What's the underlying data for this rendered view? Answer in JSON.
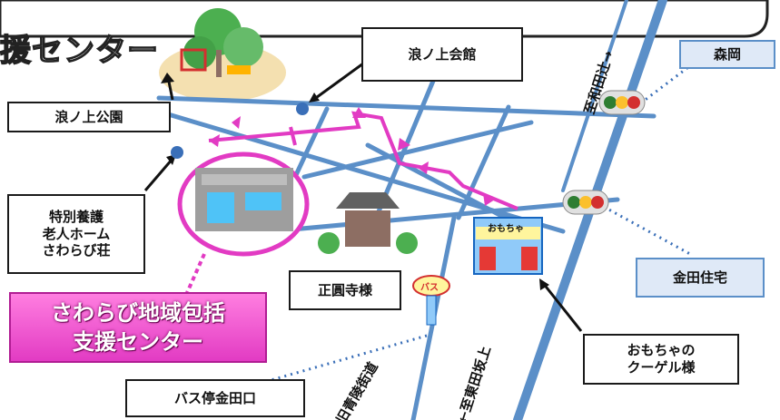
{
  "banner": {
    "text": "援センター"
  },
  "labels": {
    "park": "浪ノ上公園",
    "hall": "浪ノ上会館",
    "nursing_line1": "特別養護",
    "nursing_line2": "老人ホーム",
    "nursing_line3": "さわらび荘",
    "temple": "正圓寺様",
    "bus_stop": "バス停金田口",
    "toy_line1": "おもちゃの",
    "toy_line2": "クーゲル様",
    "morioka": "森岡",
    "kaneda_house": "金田住宅"
  },
  "center": {
    "line1": "さわらび地域包括",
    "line2": "支援センター"
  },
  "roads": {
    "to_shiwada": "至和田辻→",
    "to_higashi": "←至東田坂上",
    "kyuaoyama": "旧青陵街道"
  },
  "icons": {
    "bus_sign_text": "バス",
    "toy_sign_text": "おもちゃ"
  },
  "colors": {
    "route": "#e23bc3",
    "road": "#5b8fc8",
    "label_blue_bg": "#dfe9f7"
  }
}
